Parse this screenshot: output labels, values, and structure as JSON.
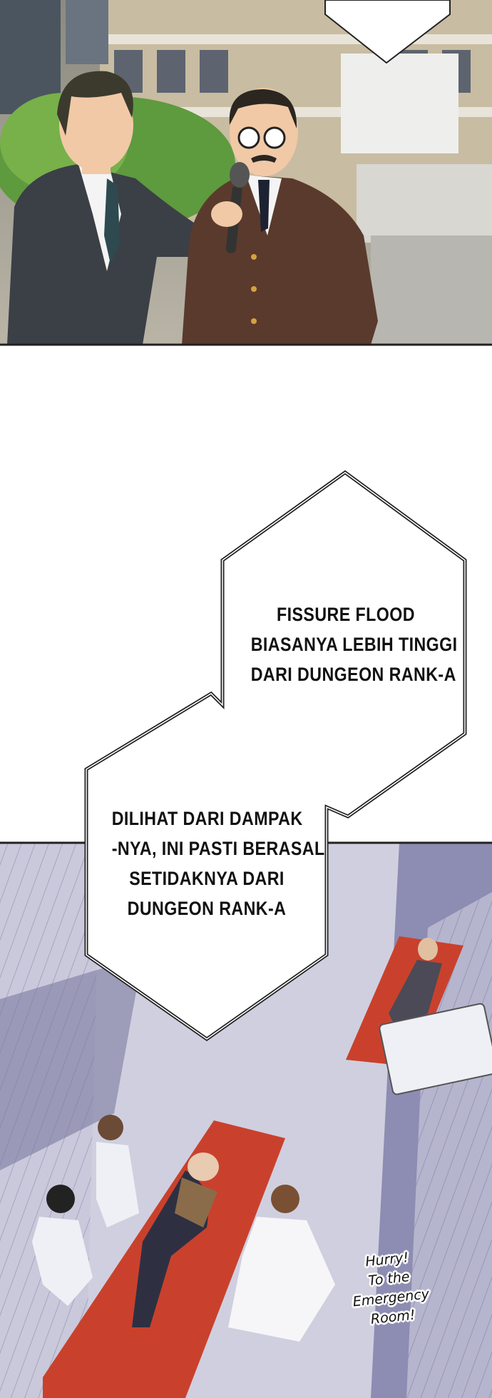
{
  "bubbles": {
    "first": {
      "lines": [
        "FISSURE FLOOD",
        "BIASANYA LEBIH TINGGI",
        "DARI DUNGEON RANK-A"
      ]
    },
    "second": {
      "lines": [
        "DILIHAT DARI DAMPAK",
        "-NYA, INI PASTI BERASAL",
        "SETIDAKNYA DARI",
        "DUNGEON RANK-A"
      ]
    }
  },
  "sfx": {
    "lines": [
      "Hurry!",
      "To the",
      "Emergency",
      "Room!"
    ]
  },
  "colors": {
    "stretcher": "#c9412c",
    "floor": "#c9c8dc",
    "suit_left": "#3b3f46",
    "suit_right": "#5a3a2c"
  }
}
